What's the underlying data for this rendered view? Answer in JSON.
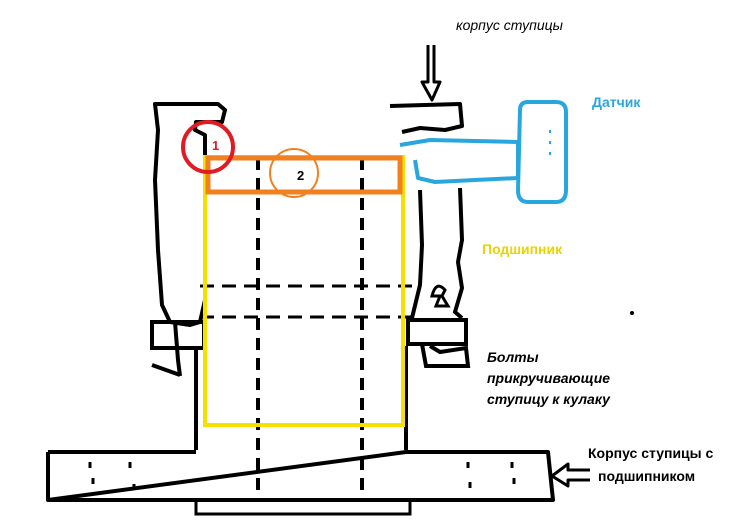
{
  "labels": {
    "hub_housing": "корпус ступицы",
    "sensor": "Датчик",
    "bearing": "Подшипник",
    "bolts_line1": "Болты",
    "bolts_line2": "прикручивающие",
    "bolts_line3": "ступицу к кулаку",
    "hub_with_bearing_line1": "Корпус ступицы с",
    "hub_with_bearing_line2": "подшипником",
    "marker_1": "1",
    "marker_2": "2"
  },
  "colors": {
    "ink": "#000000",
    "sensor": "#2aa6de",
    "bearing": "#f5e000",
    "bearing_label": "#e8d400",
    "ring": "#f08020",
    "marker_1": "#e01b24"
  }
}
